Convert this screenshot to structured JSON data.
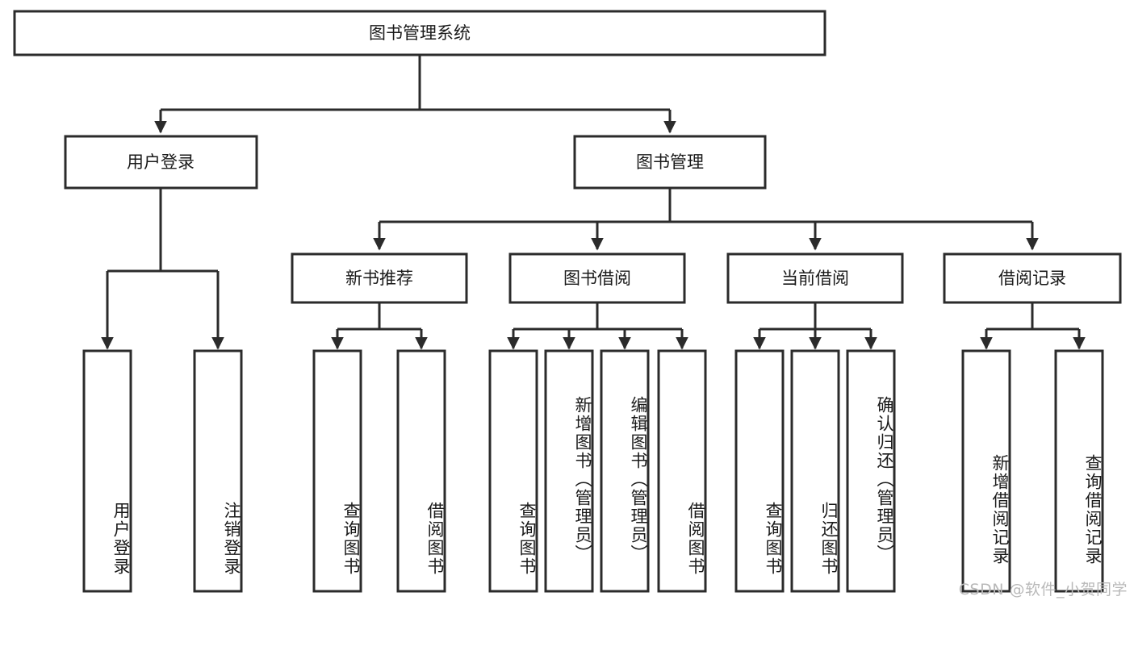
{
  "diagram": {
    "title": "图书管理系统",
    "type": "tree",
    "orientation": "top-down",
    "colors": {
      "box_fill": "#ffffff",
      "box_stroke": "#2b2b2b",
      "text": "#1a1a1a",
      "background": "#ffffff",
      "watermark": "#b9b9b9"
    },
    "root": {
      "label": "图书管理系统"
    },
    "level2": [
      {
        "label": "用户登录"
      },
      {
        "label": "图书管理"
      }
    ],
    "level3": [
      {
        "label": "新书推荐"
      },
      {
        "label": "图书借阅"
      },
      {
        "label": "当前借阅"
      },
      {
        "label": "借阅记录"
      }
    ],
    "leaves": {
      "user_login": [
        {
          "label": "用户登录"
        },
        {
          "label": "注销登录"
        }
      ],
      "new_book": [
        {
          "label": "查询图书"
        },
        {
          "label": "借阅图书"
        }
      ],
      "book_borrow": [
        {
          "label": "查询图书"
        },
        {
          "label": "新增图书（管理员）"
        },
        {
          "label": "编辑图书（管理员）"
        },
        {
          "label": "借阅图书"
        }
      ],
      "current_borrow": [
        {
          "label": "查询图书"
        },
        {
          "label": "归还图书"
        },
        {
          "label": "确认归还（管理员）"
        }
      ],
      "borrow_record": [
        {
          "label": "新增借阅记录"
        },
        {
          "label": "查询借阅记录"
        }
      ]
    }
  },
  "watermark": {
    "text": "CSDN @软件_小贺同学"
  }
}
